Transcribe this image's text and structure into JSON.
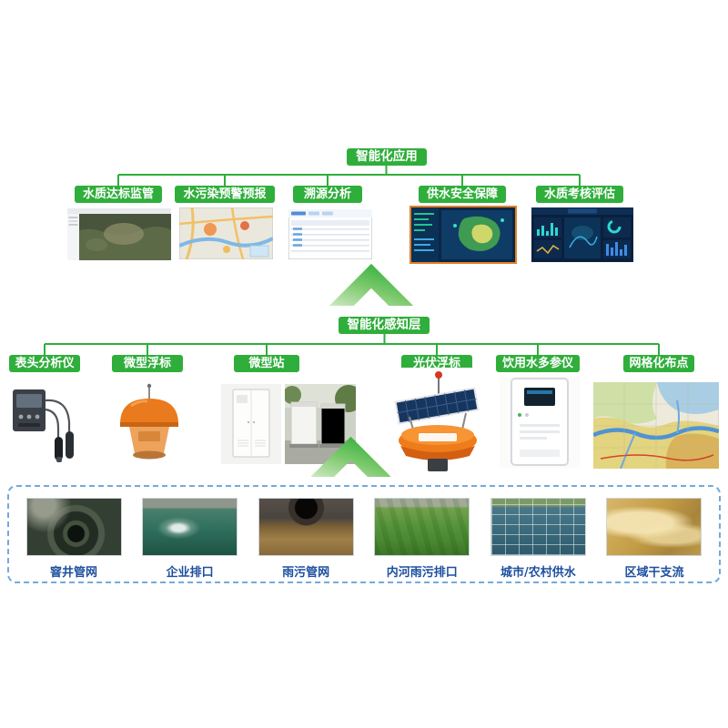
{
  "app_layer": {
    "title": "智能化应用",
    "items": [
      {
        "label": "水质达标监管",
        "image": "satellite-gis-screenshot"
      },
      {
        "label": "水污染预警预报",
        "image": "city-map-screenshot"
      },
      {
        "label": "溯源分析",
        "image": "analysis-table-screenshot"
      },
      {
        "label": "供水安全保障",
        "image": "supply-dashboard-screenshot"
      },
      {
        "label": "水质考核评估",
        "image": "assessment-dashboard-screenshot"
      }
    ]
  },
  "sensing_layer": {
    "title": "智能化感知层",
    "items": [
      {
        "label": "表头分析仪",
        "image": "probe-analyzer-photo"
      },
      {
        "label": "微型浮标",
        "image": "micro-buoy-photo"
      },
      {
        "label": "微型站",
        "image": "micro-station-photos"
      },
      {
        "label": "光伏浮标",
        "image": "solar-buoy-photo"
      },
      {
        "label": "饮用水多参仪",
        "image": "drinking-water-analyzer-photo"
      },
      {
        "label": "网格化布点",
        "image": "grid-layout-map"
      }
    ]
  },
  "source_layer": {
    "items": [
      {
        "label": "窨井管网",
        "image": "manhole-photo"
      },
      {
        "label": "企业排口",
        "image": "enterprise-outlet-photo"
      },
      {
        "label": "雨污管网",
        "image": "sewer-pipe-photo"
      },
      {
        "label": "内河雨污排口",
        "image": "river-outlet-photo"
      },
      {
        "label": "城市/农村供水",
        "image": "water-supply-ponds-photo"
      },
      {
        "label": "区域干支流",
        "image": "river-basin-photo"
      }
    ]
  },
  "icons": {
    "up_arrow": "chevron-up-arrow"
  },
  "colors": {
    "accent_green": "#2fae3b",
    "label_blue": "#1d4f9e",
    "dashed_border_blue": "#74a9dc",
    "highlight_orange": "#e0812a"
  }
}
